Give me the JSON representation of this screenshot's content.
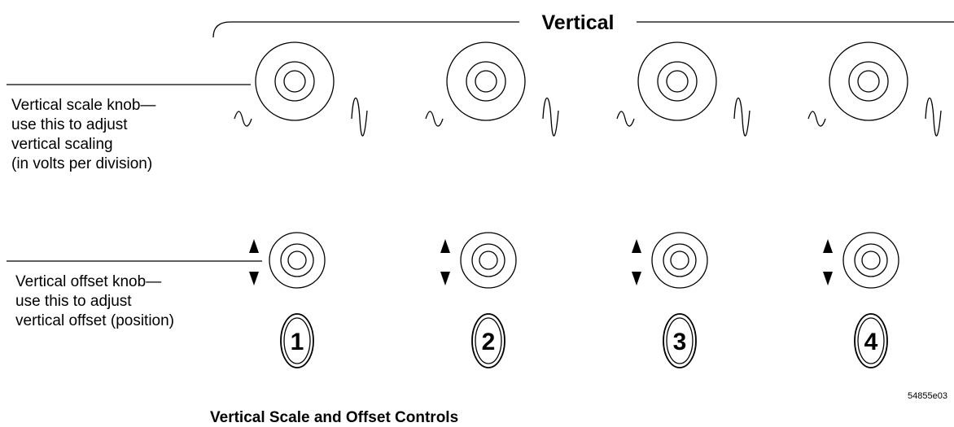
{
  "section_title": "Vertical",
  "callouts": {
    "scale": [
      "Vertical scale knob—",
      "use this to adjust",
      "vertical scaling",
      "(in volts per division)"
    ],
    "offset": [
      "Vertical offset knob—",
      "use this to adjust",
      "vertical offset (position)"
    ]
  },
  "channels": [
    {
      "label": "1"
    },
    {
      "label": "2"
    },
    {
      "label": "3"
    },
    {
      "label": "4"
    }
  ],
  "figure_code": "54855e03",
  "caption": "Vertical Scale and Offset Controls",
  "icons": {
    "scale_knob": "large-concentric-knob-icon",
    "scale_left": "small-waveform-icon",
    "scale_right": "large-waveform-icon",
    "offset_knob": "small-concentric-knob-icon",
    "offset_arrows": "up-down-arrows-icon",
    "channel_button": "channel-number-button-icon"
  },
  "colors": {
    "ink": "#000000",
    "background": "#ffffff"
  }
}
